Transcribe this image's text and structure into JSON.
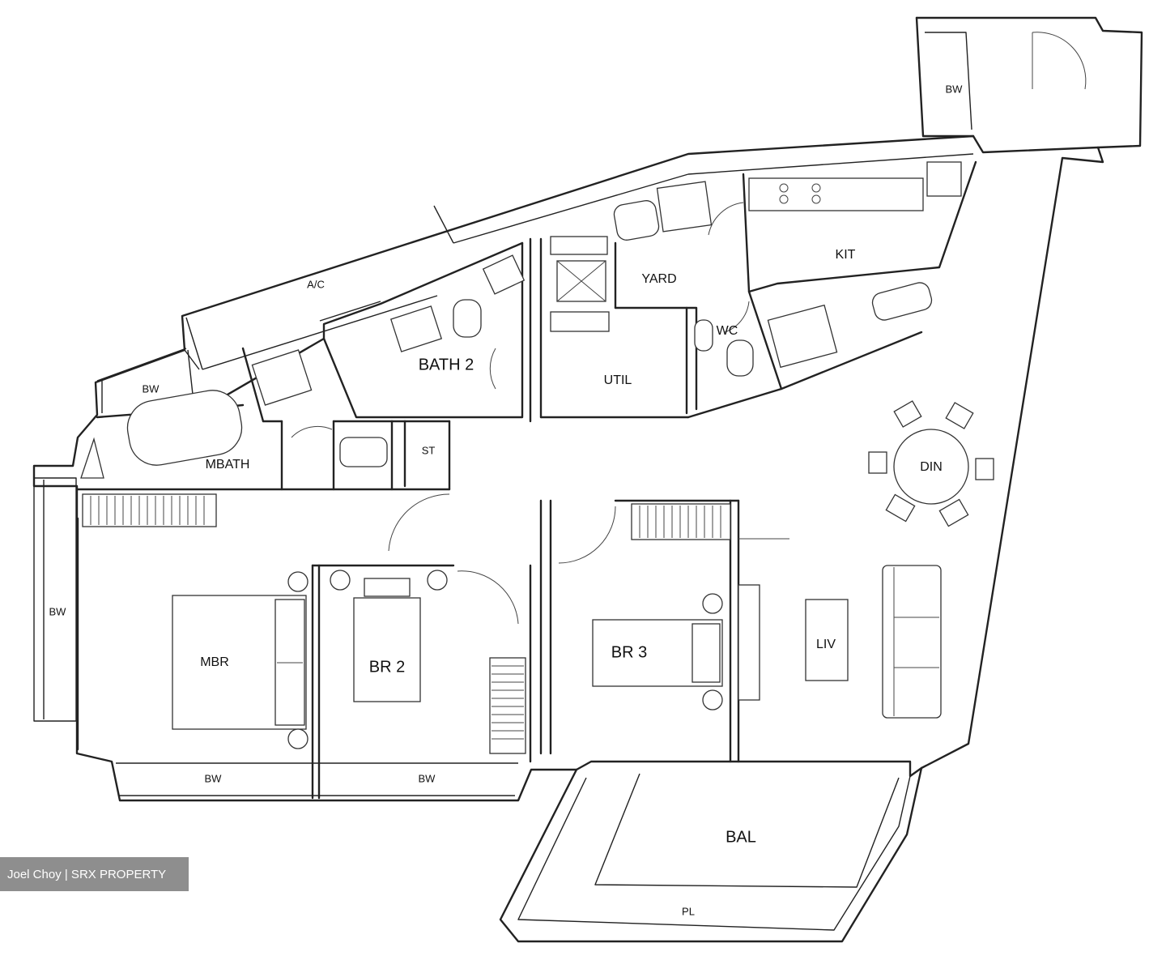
{
  "rooms": {
    "ac": "A/C",
    "bw_corridor": "BW",
    "bw_entrance": "BW",
    "bw_left": "BW",
    "bw_bottom_left": "BW",
    "bw_bottom_right": "BW",
    "mbath": "MBATH",
    "bath2": "BATH 2",
    "st": "ST",
    "yard": "YARD",
    "util": "UTIL",
    "wc": "WC",
    "kit": "KIT",
    "din": "DIN",
    "mbr": "MBR",
    "br2": "BR 2",
    "br3": "BR 3",
    "liv": "LIV",
    "bal": "BAL",
    "pl": "PL"
  },
  "watermark": "Joel Choy | SRX PROPERTY"
}
